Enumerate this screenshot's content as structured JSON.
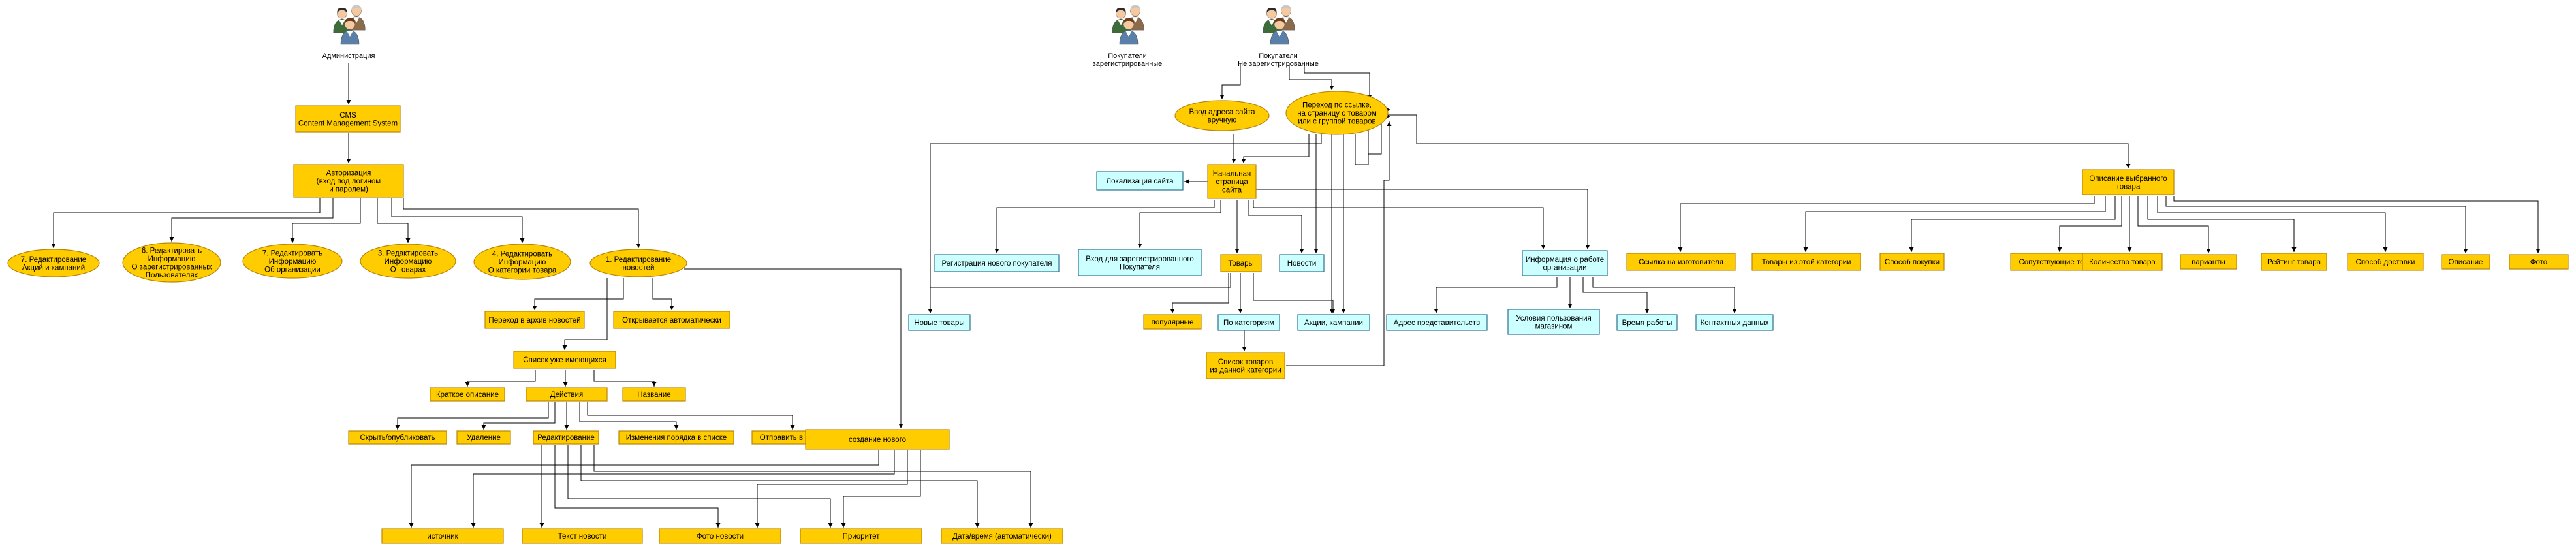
{
  "colors": {
    "accent": "#FFCC00",
    "accent_border": "#B8860B",
    "info": "#CCFFFF",
    "info_border": "#2F6F8F",
    "line": "#000000"
  },
  "personas": [
    {
      "id": "admin",
      "label": "Администрация"
    },
    {
      "id": "reg",
      "label": "Покупатели зарегистрированные"
    },
    {
      "id": "unreg",
      "label": "Покупатели Не зарегистрированные"
    }
  ],
  "nodes": [
    {
      "id": "cms",
      "label": "CMS Content Management System",
      "shape": "rect",
      "style": "accent"
    },
    {
      "id": "auth",
      "label": "Авторизация (вход под логином и паролем)",
      "shape": "rect",
      "style": "accent"
    },
    {
      "id": "edit1",
      "label": "7. Редактирование Акций и кампаний",
      "shape": "ellipse",
      "style": "accent"
    },
    {
      "id": "edit2",
      "label": "6. Редактировать Информацию О зарегистрированных Пользователях",
      "shape": "ellipse",
      "style": "accent"
    },
    {
      "id": "edit3",
      "label": "7. Редактировать Информацию Об организации",
      "shape": "ellipse",
      "style": "accent"
    },
    {
      "id": "edit4",
      "label": "3. Редактировать Информацию О товарах",
      "shape": "ellipse",
      "style": "accent"
    },
    {
      "id": "edit5",
      "label": "4. Редактировать Информацию О категории товара",
      "shape": "ellipse",
      "style": "accent"
    },
    {
      "id": "edit6",
      "label": "1. Редактирование новостей",
      "shape": "ellipse",
      "style": "accent"
    },
    {
      "id": "archive",
      "label": "Переход в архив новостей",
      "shape": "rect",
      "style": "accent"
    },
    {
      "id": "autoopen",
      "label": "Открывается автоматически",
      "shape": "rect",
      "style": "accent"
    },
    {
      "id": "list",
      "label": "Список уже имеющихся",
      "shape": "rect",
      "style": "accent"
    },
    {
      "id": "brief",
      "label": "Краткое описание",
      "shape": "rect",
      "style": "accent"
    },
    {
      "id": "actions",
      "label": "Действия",
      "shape": "rect",
      "style": "accent"
    },
    {
      "id": "name",
      "label": "Название",
      "shape": "rect",
      "style": "accent"
    },
    {
      "id": "hide",
      "label": "Скрыть/опубликовать",
      "shape": "rect",
      "style": "accent"
    },
    {
      "id": "delete",
      "label": "Удаление",
      "shape": "rect",
      "style": "accent"
    },
    {
      "id": "editing",
      "label": "Редактирование",
      "shape": "rect",
      "style": "accent"
    },
    {
      "id": "order",
      "label": "Изменения порядка в списке",
      "shape": "rect",
      "style": "accent"
    },
    {
      "id": "toarchive",
      "label": "Отправить в архив",
      "shape": "rect",
      "style": "accent"
    },
    {
      "id": "create",
      "label": "создание нового",
      "shape": "rect",
      "style": "accent"
    },
    {
      "id": "source",
      "label": "источник",
      "shape": "rect",
      "style": "accent"
    },
    {
      "id": "newstext",
      "label": "Текст новости",
      "shape": "rect",
      "style": "accent"
    },
    {
      "id": "newsphoto",
      "label": "Фото новости",
      "shape": "rect",
      "style": "accent"
    },
    {
      "id": "priority",
      "label": "Приоритет",
      "shape": "rect",
      "style": "accent"
    },
    {
      "id": "datetime",
      "label": "Дата/время (автоматически)",
      "shape": "rect",
      "style": "accent"
    },
    {
      "id": "addr",
      "label": "Ввод адреса сайта вручную",
      "shape": "ellipse",
      "style": "accent"
    },
    {
      "id": "link",
      "label": "Переход по ссылке, на страницу с товаром или с группой товаров",
      "shape": "ellipse",
      "style": "accent"
    },
    {
      "id": "local",
      "label": "Локализация сайта",
      "shape": "rect",
      "style": "info"
    },
    {
      "id": "home",
      "label": "Начальная страница сайта",
      "shape": "rect",
      "style": "accent"
    },
    {
      "id": "regnew",
      "label": "Регистрация нового покупателя",
      "shape": "rect",
      "style": "info"
    },
    {
      "id": "login",
      "label": "Вход для зарегистрированного Покупателя",
      "shape": "rect",
      "style": "info"
    },
    {
      "id": "goods",
      "label": "Товары",
      "shape": "rect",
      "style": "accent"
    },
    {
      "id": "news",
      "label": "Новости",
      "shape": "rect",
      "style": "info"
    },
    {
      "id": "info",
      "label": "Информация о работе организации",
      "shape": "rect",
      "style": "info"
    },
    {
      "id": "newgoods",
      "label": "Новые товары",
      "shape": "rect",
      "style": "info"
    },
    {
      "id": "popular",
      "label": "популярные",
      "shape": "rect",
      "style": "accent"
    },
    {
      "id": "bycat",
      "label": "По категориям",
      "shape": "rect",
      "style": "info"
    },
    {
      "id": "promo",
      "label": "Акции, кампании",
      "shape": "rect",
      "style": "info"
    },
    {
      "id": "catlist",
      "label": "Список товаров из данной категории",
      "shape": "rect",
      "style": "accent"
    },
    {
      "id": "repaddr",
      "label": "Адрес представительств",
      "shape": "rect",
      "style": "info"
    },
    {
      "id": "terms",
      "label": "Условия пользования магазином",
      "shape": "rect",
      "style": "info"
    },
    {
      "id": "hours",
      "label": "Время работы",
      "shape": "rect",
      "style": "info"
    },
    {
      "id": "contacts",
      "label": "Контактных данных",
      "shape": "rect",
      "style": "info"
    },
    {
      "id": "desc",
      "label": "Описание выбранного товара",
      "shape": "rect",
      "style": "accent"
    },
    {
      "id": "d1",
      "label": "Ссылка на изготовителя",
      "shape": "rect",
      "style": "accent"
    },
    {
      "id": "d2",
      "label": "Товары из этой категории",
      "shape": "rect",
      "style": "accent"
    },
    {
      "id": "d3",
      "label": "Способ покупки",
      "shape": "rect",
      "style": "accent"
    },
    {
      "id": "d4",
      "label": "Сопутствующие товары",
      "shape": "rect",
      "style": "accent"
    },
    {
      "id": "d5",
      "label": "Количество товара",
      "shape": "rect",
      "style": "accent"
    },
    {
      "id": "d6",
      "label": "варианты",
      "shape": "rect",
      "style": "accent"
    },
    {
      "id": "d7",
      "label": "Рейтинг товара",
      "shape": "rect",
      "style": "accent"
    },
    {
      "id": "d8",
      "label": "Способ доставки",
      "shape": "rect",
      "style": "accent"
    },
    {
      "id": "d9",
      "label": "Описание",
      "shape": "rect",
      "style": "accent"
    },
    {
      "id": "d10",
      "label": "Фото",
      "shape": "rect",
      "style": "accent"
    }
  ]
}
